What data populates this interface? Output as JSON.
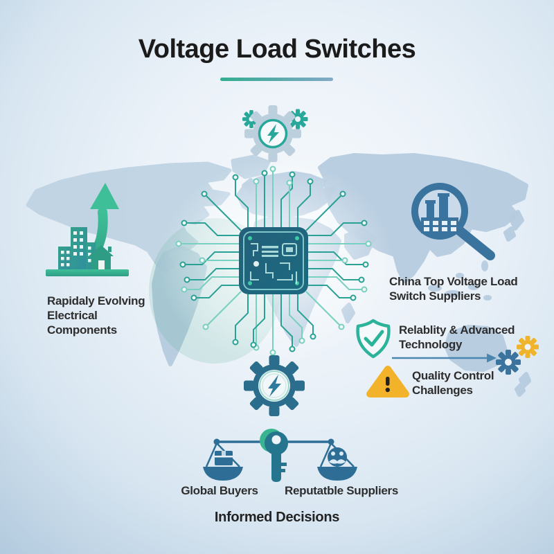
{
  "title": "Voltage Load Switches",
  "texts": {
    "growth_lines": [
      "Rapidaly Evolving",
      "Electrical",
      "Components"
    ],
    "suppliers_lines": [
      "China Top Voltage Load",
      "Switch Suppliers"
    ],
    "reliability_lines": [
      "Relablity & Advanced",
      "Technology"
    ],
    "quality_lines": [
      "Quality Control",
      "Challenges"
    ],
    "global_buyers": "Global Buyers",
    "reputable_suppliers": "Reputatble Suppliers",
    "informed_decisions": "Informed Decisions"
  },
  "icons": {
    "top_center": "gear-lightning-icon",
    "left": "growth-buildings-arrow-icon",
    "center": "circuit-chip-icon",
    "right": "magnifier-factory-icon",
    "reliability": "shield-check-icon",
    "process": "arrow-to-gears-icon",
    "quality": "warning-triangle-icon",
    "bottom_center": "gear-lightning-icon",
    "bottom": "balance-scale-key-icon",
    "background": "world-map"
  },
  "colors": {
    "teal": "#2aa79b",
    "green": "#34b28d",
    "steel_blue": "#3a739d",
    "gear_dark_blue": "#2b6d8c",
    "chip_dark": "#1c5f74",
    "warning_yellow": "#f2b32a",
    "map_blue": "#b5cbdf",
    "text_dark": "#2d2d2d",
    "underline_from": "#32ac8e",
    "underline_to": "#82aac8"
  }
}
